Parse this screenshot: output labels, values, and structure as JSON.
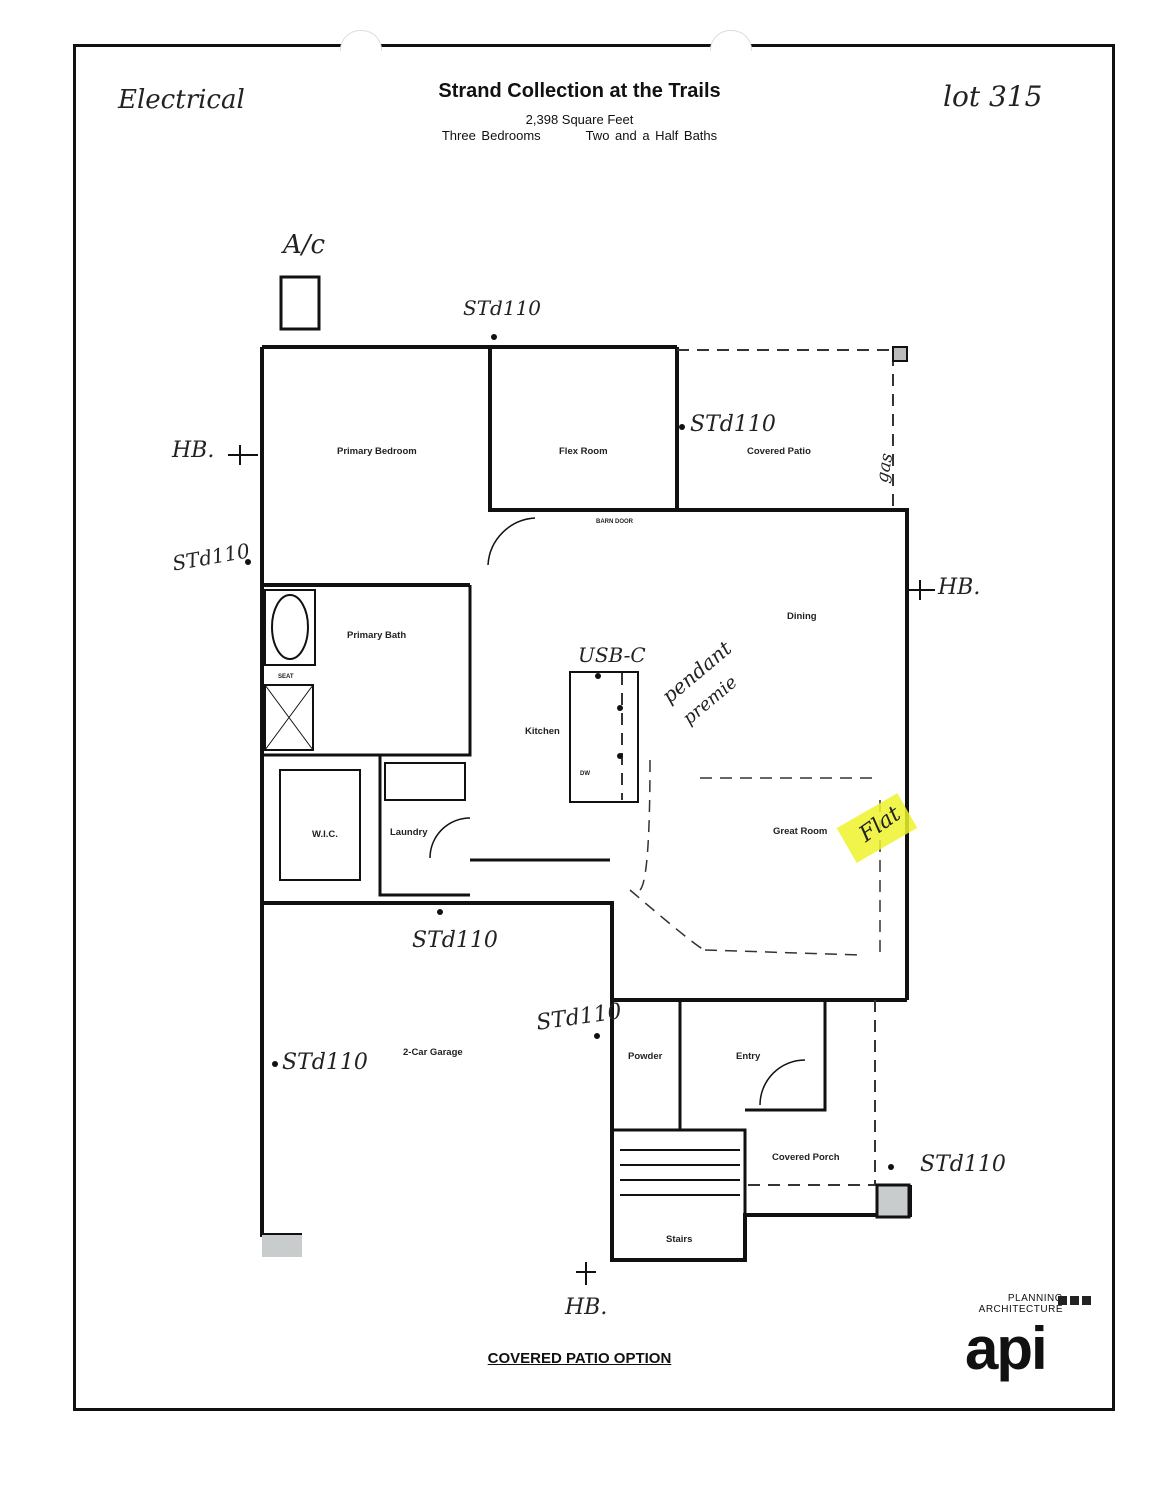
{
  "header": {
    "title": "Strand Collection at the Trails",
    "square_feet": "2,398 Square Feet",
    "bedrooms": "Three Bedrooms",
    "baths": "Two and a Half Baths"
  },
  "handwritten": {
    "top_left": "Electrical",
    "top_right": "lot 315",
    "ac": "A/c",
    "std_top": "STd110",
    "hb_left": "HB.",
    "std_left": "STd110",
    "std_flex": "STd110",
    "gas": "gas",
    "hb_right": "HB.",
    "usbc": "USB-C",
    "pendant_1": "pendant",
    "pendant_2": "premie",
    "flat": "Flat",
    "std_garage_top": "STd110",
    "std_garage_right": "STd110",
    "std_garage_left": "STd110",
    "std_porch": "STd110",
    "hb_bottom": "HB."
  },
  "rooms": {
    "primary_bedroom": "Primary  Bedroom",
    "flex_room": "Flex Room",
    "barn_door": "BARN DOOR",
    "covered_patio": "Covered Patio",
    "dining": "Dining",
    "primary_bath": "Primary Bath",
    "seat": "SEAT",
    "kitchen": "Kitchen",
    "dw": "DW",
    "wic": "W.I.C.",
    "laundry": "Laundry",
    "great_room": "Great Room",
    "garage": "2-Car Garage",
    "powder": "Powder",
    "entry": "Entry",
    "covered_porch": "Covered Porch",
    "stairs": "Stairs"
  },
  "footer": {
    "option": "COVERED PATIO OPTION",
    "logo_line1": "PLANNING",
    "logo_line2": "ARCHITECTURE",
    "logo": "api"
  },
  "colors": {
    "highlight": "#eef22a",
    "wall": "#111111",
    "fill": "#c8cccc"
  }
}
